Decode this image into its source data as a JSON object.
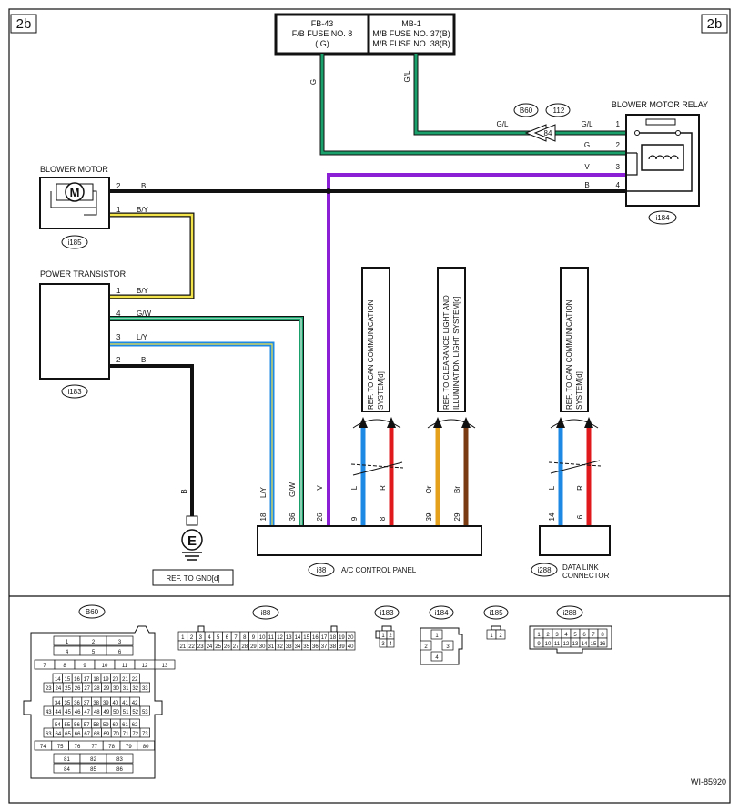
{
  "corner_labels": [
    "2b",
    "2b"
  ],
  "fuses": {
    "left": {
      "title": "FB-43",
      "line1": "F/B FUSE NO. 8",
      "line2": "(IG)"
    },
    "right": {
      "title": "MB-1",
      "line1": "M/B FUSE NO. 37(B)",
      "line2": "M/B FUSE NO. 38(B)"
    }
  },
  "components": {
    "blower_motor": {
      "title": "BLOWER MOTOR",
      "symbol": "M",
      "connector": "i185"
    },
    "power_transistor": {
      "title": "POWER TRANSISTOR",
      "connector": "i183"
    },
    "blower_motor_relay": {
      "title": "BLOWER MOTOR RELAY",
      "connector": "i184"
    },
    "ac_control_panel": {
      "title": "A/C CONTROL PANEL",
      "connector": "i88"
    },
    "data_link_connector": {
      "title1": "DATA LINK",
      "title2": "CONNECTOR",
      "connector": "i288"
    },
    "ground": {
      "symbol": "E",
      "ref": "REF. TO GND[d]"
    }
  },
  "splice": {
    "connector_a": "B60",
    "connector_b": "i112",
    "pin": "84"
  },
  "wire_labels": {
    "g": "G",
    "gl": "G/L",
    "gl_left": "G/L",
    "gl_right": "G/L",
    "relay_g": "G",
    "relay_v": "V",
    "relay_b": "B",
    "motor_b": "B",
    "motor_by": "B/Y",
    "pt_by": "B/Y",
    "pt_gw": "G/W",
    "pt_ly": "L/Y",
    "pt_b": "B",
    "gnd_b": "B",
    "acp_ly": "L/Y",
    "acp_gw": "G/W",
    "acp_v": "V",
    "acp_l": "L",
    "acp_r": "R",
    "acp_or": "Or",
    "acp_br": "Br",
    "dlc_l": "L",
    "dlc_r": "R"
  },
  "pins": {
    "relay": [
      "1",
      "2",
      "3",
      "4"
    ],
    "motor": [
      "2",
      "1"
    ],
    "pt": [
      "1",
      "4",
      "3",
      "2"
    ],
    "acp": [
      "18",
      "36",
      "26",
      "9",
      "8",
      "39",
      "29"
    ],
    "dlc": [
      "14",
      "6"
    ]
  },
  "refs": {
    "can1a": "REF. TO CAN COMMUNICATION",
    "can1b": "SYSTEM[d]",
    "clear_a": "REF. TO CLEARANCE LIGHT AND",
    "clear_b": "ILLUMINATION LIGHT SYSTEM[c]",
    "can2a": "REF. TO CAN COMMUNICATION",
    "can2b": "SYSTEM[d]"
  },
  "connector_views": {
    "b60": {
      "label": "B60",
      "rows": [
        [
          "1",
          "2",
          "3"
        ],
        [
          "4",
          "5",
          "6"
        ],
        [
          "7",
          "8",
          "9",
          "10",
          "11",
          "12",
          "13"
        ],
        [
          "14",
          "15",
          "16",
          "17",
          "18",
          "19",
          "20",
          "21",
          "22"
        ],
        [
          "23",
          "24",
          "25",
          "26",
          "27",
          "28",
          "29",
          "30",
          "31",
          "32",
          "33"
        ],
        [
          "34",
          "35",
          "36",
          "37",
          "38",
          "39",
          "40",
          "41",
          "42"
        ],
        [
          "43",
          "44",
          "45",
          "46",
          "47",
          "48",
          "49",
          "50",
          "51",
          "52",
          "53"
        ],
        [
          "54",
          "55",
          "56",
          "57",
          "58",
          "59",
          "60",
          "61",
          "62"
        ],
        [
          "63",
          "64",
          "65",
          "66",
          "67",
          "68",
          "69",
          "70",
          "71",
          "72",
          "73"
        ],
        [
          "74",
          "75",
          "76",
          "77",
          "78",
          "79",
          "80"
        ],
        [
          "81",
          "82",
          "83"
        ],
        [
          "84",
          "85",
          "86"
        ]
      ]
    },
    "i88": {
      "label": "i88",
      "rows": [
        [
          "1",
          "2",
          "3",
          "4",
          "5",
          "6",
          "7",
          "8",
          "9",
          "10",
          "11",
          "12",
          "13",
          "14",
          "15",
          "16",
          "17",
          "18",
          "19",
          "20"
        ],
        [
          "21",
          "22",
          "23",
          "24",
          "25",
          "26",
          "27",
          "28",
          "29",
          "30",
          "31",
          "32",
          "33",
          "34",
          "35",
          "36",
          "37",
          "38",
          "39",
          "40"
        ]
      ]
    },
    "i183": {
      "label": "i183",
      "cells": [
        "1",
        "2",
        "3",
        "4"
      ]
    },
    "i184": {
      "label": "i184",
      "cells": [
        "1",
        "2",
        "3",
        "4"
      ]
    },
    "i185": {
      "label": "i185",
      "cells": [
        "1",
        "2"
      ]
    },
    "i288": {
      "label": "i288",
      "rows": [
        [
          "1",
          "2",
          "3",
          "4",
          "5",
          "6",
          "7",
          "8"
        ],
        [
          "9",
          "10",
          "11",
          "12",
          "13",
          "14",
          "15",
          "16"
        ]
      ]
    }
  },
  "diagram_id": "WI-85920",
  "colors": {
    "green": "#1aa06a",
    "purple": "#8a1fd6",
    "blue": "#1e88e5",
    "red": "#e0191c",
    "orange": "#e6a11c",
    "brown": "#7a3b12",
    "yellow": "#f2e34b",
    "black": "#111111"
  }
}
